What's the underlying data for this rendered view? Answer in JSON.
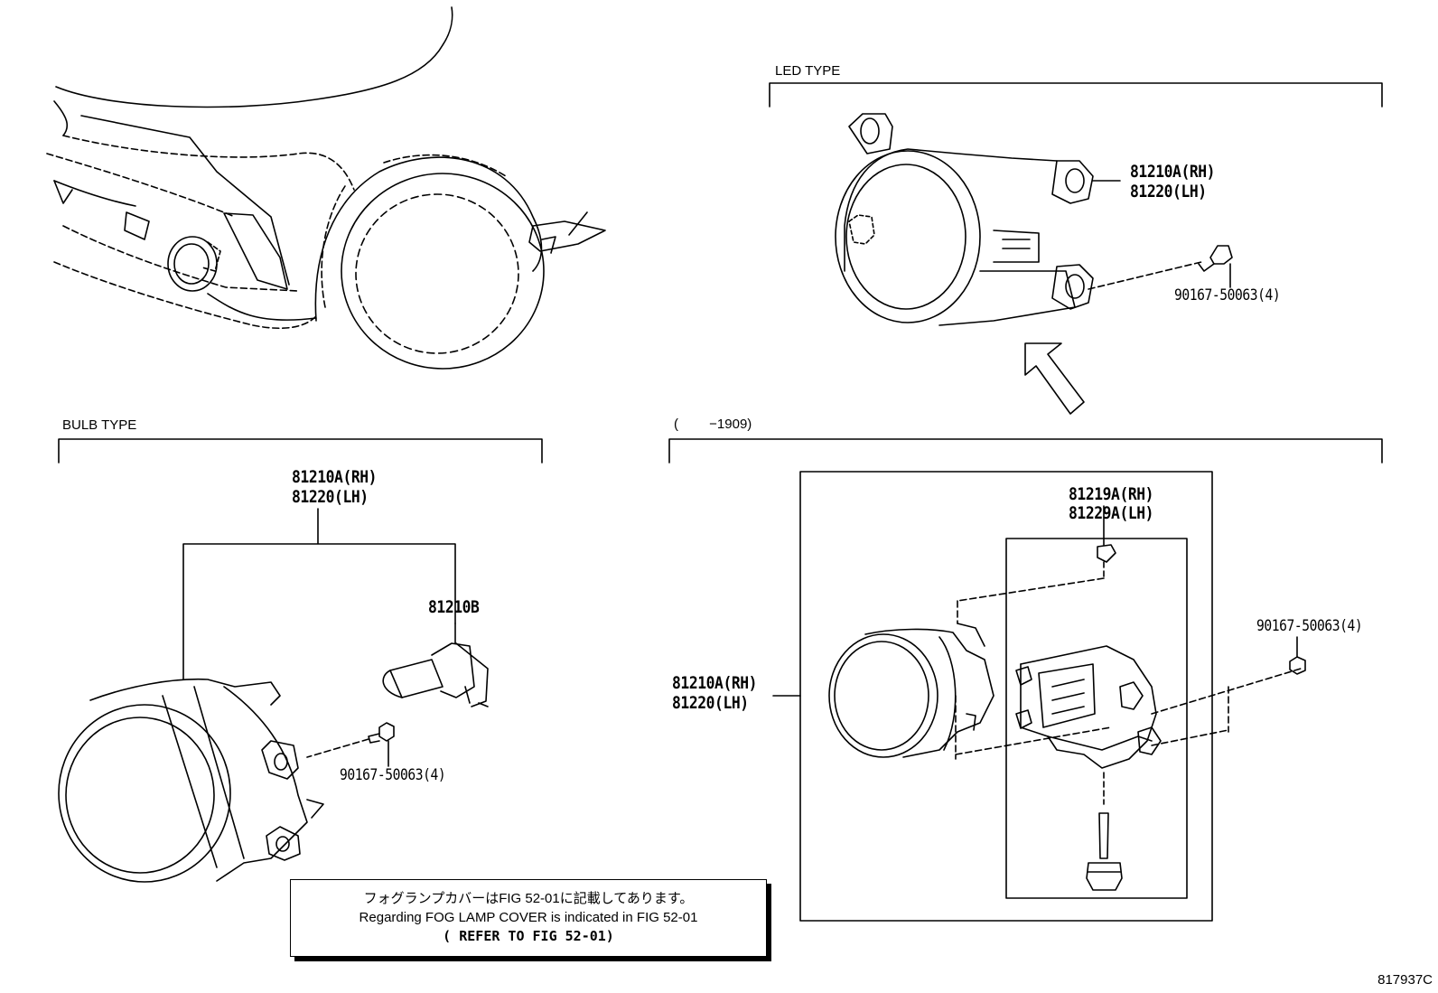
{
  "sections": {
    "led_type": "LED TYPE",
    "bulb_type": "BULB TYPE",
    "date_range": "(　　 −1909)"
  },
  "callouts": {
    "led_lamp_rh": "81210A(RH)",
    "led_lamp_lh": "81220(LH)",
    "led_screw": "90167-50063(4)",
    "bulb_lamp_rh": "81210A(RH)",
    "bulb_lamp_lh": "81220(LH)",
    "bulb": "81210B",
    "bulb_screw": "90167-50063(4)",
    "old_bracket_rh": "81219A(RH)",
    "old_bracket_lh": "81229A(LH)",
    "old_lamp_rh": "81210A(RH)",
    "old_lamp_lh": "81220(LH)",
    "old_screw": "90167-50063(4)"
  },
  "note": {
    "line1": "フォグランプカバーはFIG 52-01に記載してあります。",
    "line2": "Regarding FOG LAMP COVER is indicated in FIG 52-01",
    "line3": "( REFER TO FIG 52-01)"
  },
  "figure_id": "817937C"
}
